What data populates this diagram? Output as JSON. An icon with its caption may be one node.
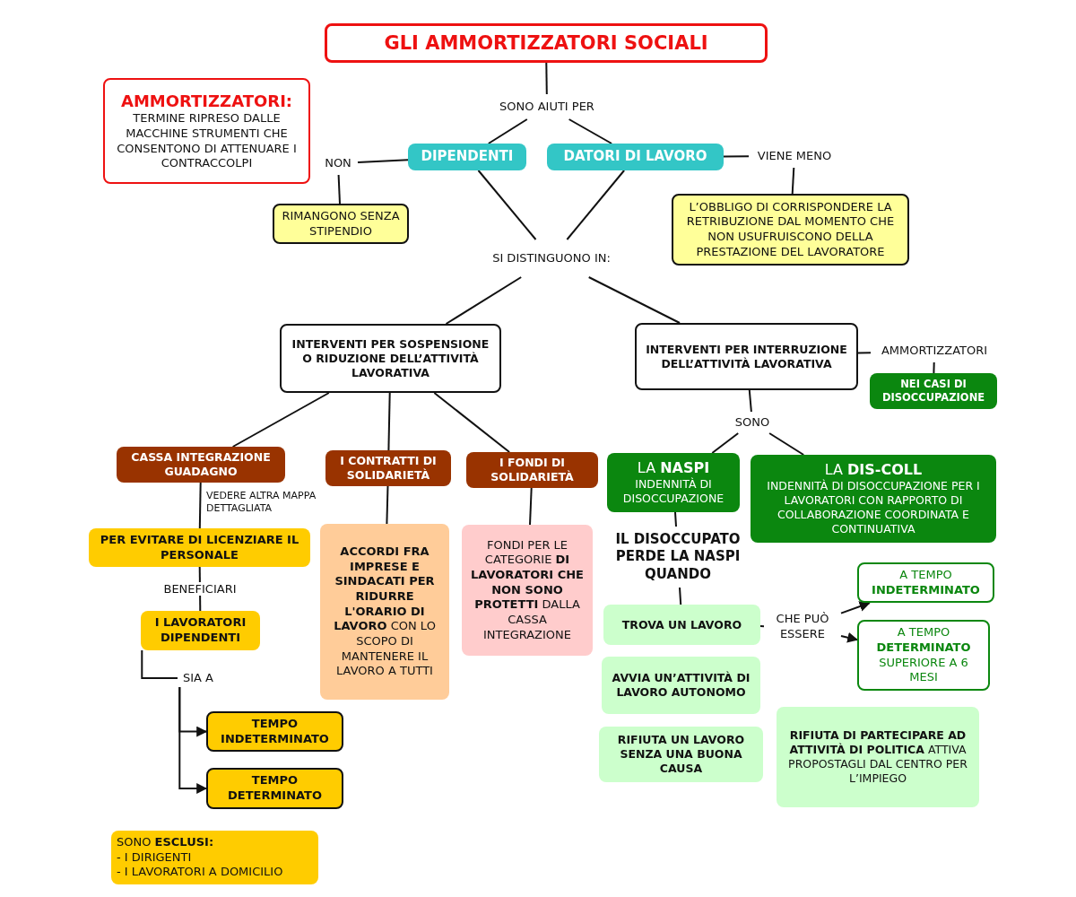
{
  "diagram": {
    "nodes": [
      {
        "text": [
          "GLI AMMORTIZZATORI SOCIALI"
        ]
      },
      {
        "text": [
          "AMMORTIZZATORI:",
          "TERMINE RIPRESO DALLE MACCHINE STRUMENTI CHE CONSENTONO DI ATTENUARE I CONTRACCOLPI"
        ]
      },
      {
        "text": [
          "SONO AIUTI PER"
        ]
      },
      {
        "text": [
          "DIPENDENTI"
        ]
      },
      {
        "text": [
          "DATORI DI LAVORO"
        ]
      },
      {
        "text": [
          "NON"
        ]
      },
      {
        "text": [
          "RIMANGONO SENZA STIPENDIO"
        ]
      },
      {
        "text": [
          "VIENE MENO"
        ]
      },
      {
        "text": [
          "L’OBBLIGO DI CORRISPONDERE LA RETRIBUZIONE DAL MOMENTO CHE NON USUFRUISCONO DELLA PRESTAZIONE DEL LAVORATORE"
        ]
      },
      {
        "text": [
          "SI DISTINGUONO IN:"
        ]
      },
      {
        "text": [
          "INTERVENTI PER SOSPENSIONE O RIDUZIONE DELL’ATTIVITÀ LAVORATIVA"
        ]
      },
      {
        "text": [
          "INTERVENTI PER INTERRUZIONE DELL’ATTIVITÀ LAVORATIVA"
        ]
      },
      {
        "text": [
          "AMMORTIZZATORI"
        ]
      },
      {
        "text": [
          "NEI CASI DI DISOCCUPAZIONE"
        ]
      },
      {
        "text": [
          "CASSA INTEGRAZIONE GUADAGNO"
        ]
      },
      {
        "text": [
          "I CONTRATTI DI SOLIDARIETÀ"
        ]
      },
      {
        "text": [
          "I FONDI DI SOLIDARIETÀ"
        ]
      },
      {
        "text": [
          "SONO"
        ]
      },
      {
        "text": [
          "LA **NASPI**",
          "INDENNITÀ DI DISOCCUPAZIONE"
        ]
      },
      {
        "text": [
          "LA **DIS-COLL**",
          "INDENNITÀ DI DISOCCUPAZIONE PER I LAVORATORI CON RAPPORTO DI COLLABORAZIONE COORDINATA E CONTINUATIVA"
        ]
      },
      {
        "text": [
          "PER EVITARE DI LICENZIARE IL PERSONALE"
        ]
      },
      {
        "text": [
          "I LAVORATORI DIPENDENTI"
        ]
      },
      {
        "text": [
          "SIA A"
        ]
      },
      {
        "text": [
          "TEMPO INDETERMINATO"
        ]
      },
      {
        "text": [
          "TEMPO DETERMINATO"
        ]
      },
      {
        "text": [
          "SONO **ESCLUSI:**",
          "- I DIRIGENTI",
          "- I LAVORATORI A DOMICILIO"
        ]
      },
      {
        "text": [
          "**ACCORDI FRA IMPRESE E SINDACATI PER RIDURRE L'ORARIO DI LAVORO** CON LO SCOPO DI MANTENERE IL LAVORO A TUTTI"
        ]
      },
      {
        "text": [
          "FONDI PER LE CATEGORIE **DI LAVORATORI CHE NON SONO PROTETTI** DALLA CASSA INTEGRAZIONE"
        ]
      },
      {
        "text": [
          "IL DISOCCUPATO PERDE LA NASPI QUANDO"
        ]
      },
      {
        "text": [
          "TROVA UN LAVORO"
        ]
      },
      {
        "text": [
          "CHE PUÒ ESSERE"
        ]
      },
      {
        "text": [
          "A TEMPO **INDETERMINATO**"
        ]
      },
      {
        "text": [
          "A TEMPO **DETERMINATO** SUPERIORE A 6 MESI"
        ]
      },
      {
        "text": [
          "AVVIA UN’ATTIVITÀ DI LAVORO AUTONOMO"
        ]
      },
      {
        "text": [
          "RIFIUTA UN LAVORO SENZA UNA BUONA CAUSA"
        ]
      },
      {
        "text": [
          "**RIFIUTA DI PARTECIPARE AD ATTIVITÀ DI POLITICA** ATTIVA PROPOSTAGLI DAL CENTRO PER L’IMPIEGO"
        ]
      }
    ],
    "edges": [
      {
        "from": 0,
        "to": 2,
        "arrow": "none"
      },
      {
        "from": 2,
        "to": 3,
        "arrow": "none"
      },
      {
        "from": 2,
        "to": 4,
        "arrow": "none"
      },
      {
        "from": 3,
        "to": 5,
        "arrow": "none"
      },
      {
        "from": 5,
        "to": 6,
        "arrow": "none"
      },
      {
        "from": 4,
        "to": 7,
        "arrow": "none"
      },
      {
        "from": 7,
        "to": 8,
        "arrow": "none"
      },
      {
        "from": 3,
        "to": 9,
        "arrow": "none"
      },
      {
        "from": 4,
        "to": 9,
        "arrow": "none"
      },
      {
        "from": 9,
        "to": 10,
        "arrow": "none"
      },
      {
        "from": 9,
        "to": 11,
        "arrow": "none"
      },
      {
        "from": 11,
        "to": 12,
        "arrow": "none"
      },
      {
        "from": 12,
        "to": 13,
        "arrow": "none"
      },
      {
        "from": 10,
        "to": 14,
        "arrow": "none"
      },
      {
        "from": 10,
        "to": 15,
        "arrow": "none"
      },
      {
        "from": 10,
        "to": 16,
        "arrow": "none"
      },
      {
        "from": 11,
        "to": 17,
        "arrow": "none"
      },
      {
        "from": 17,
        "to": 18,
        "arrow": "none"
      },
      {
        "from": 17,
        "to": 19,
        "arrow": "none"
      },
      {
        "from": 14,
        "to": 20,
        "arrow": "none",
        "label": "VEDERE ALTRA MAPPA DETTAGLIATA"
      },
      {
        "from": 20,
        "to": 21,
        "arrow": "none",
        "label": "BENEFICIARI"
      },
      {
        "from": 21,
        "to": 22,
        "arrow": "none"
      },
      {
        "from": 22,
        "to": 23,
        "arrow": "to"
      },
      {
        "from": 22,
        "to": 24,
        "arrow": "to"
      },
      {
        "from": 15,
        "to": 26,
        "arrow": "none"
      },
      {
        "from": 16,
        "to": 27,
        "arrow": "none"
      },
      {
        "from": 18,
        "to": 28,
        "arrow": "none"
      },
      {
        "from": 28,
        "to": 29,
        "arrow": "none"
      },
      {
        "from": 29,
        "to": 30,
        "arrow": "none"
      },
      {
        "from": 30,
        "to": 31,
        "arrow": "to"
      },
      {
        "from": 30,
        "to": 32,
        "arrow": "to"
      }
    ]
  }
}
